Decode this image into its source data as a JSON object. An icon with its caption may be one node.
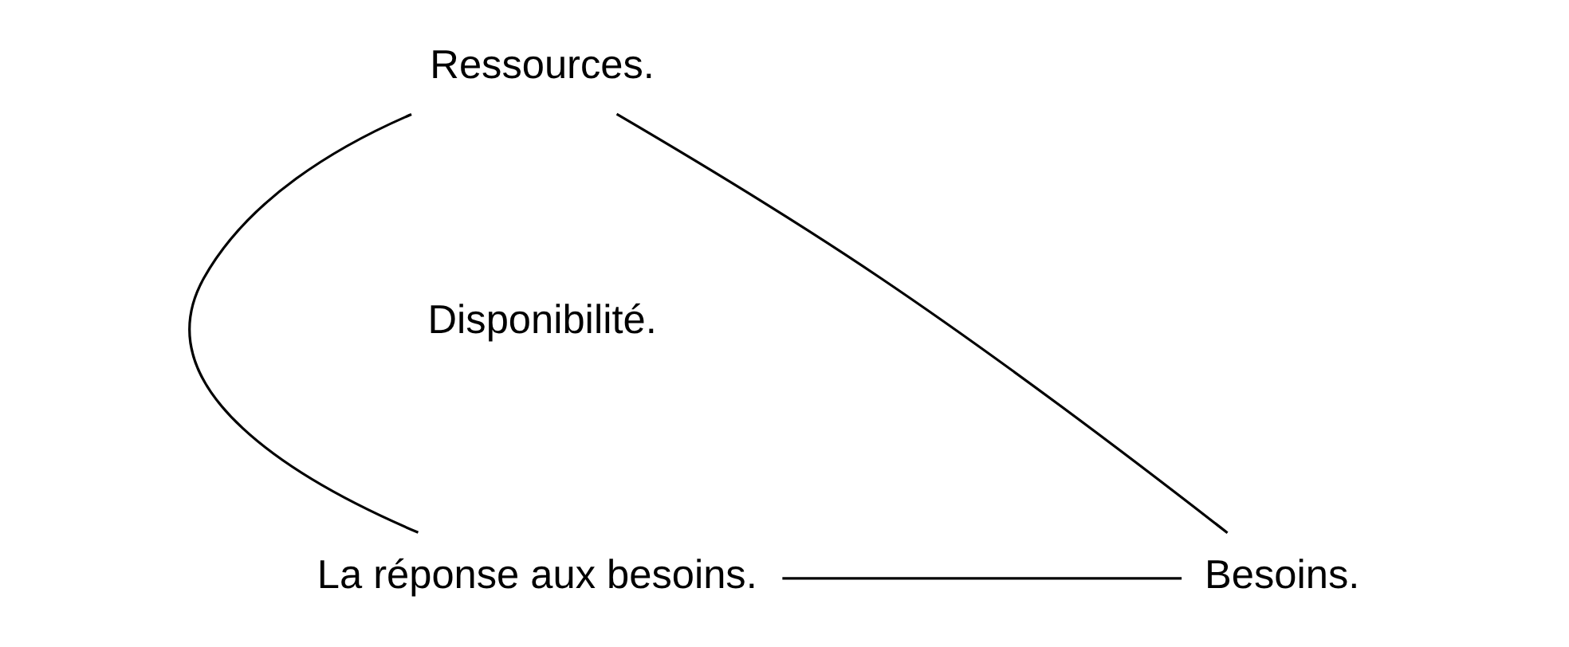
{
  "diagram": {
    "nodes": [
      {
        "text": [
          "Ressources."
        ]
      },
      {
        "text": [
          "La réponse aux besoins."
        ]
      },
      {
        "text": [
          "Besoins."
        ]
      }
    ],
    "edges": [
      {
        "from": 0,
        "to": 1,
        "arrow": "none"
      },
      {
        "from": 0,
        "to": 2,
        "arrow": "none"
      },
      {
        "from": 1,
        "to": 2,
        "arrow": "none"
      }
    ],
    "labels": [
      "Disponibilité."
    ]
  }
}
